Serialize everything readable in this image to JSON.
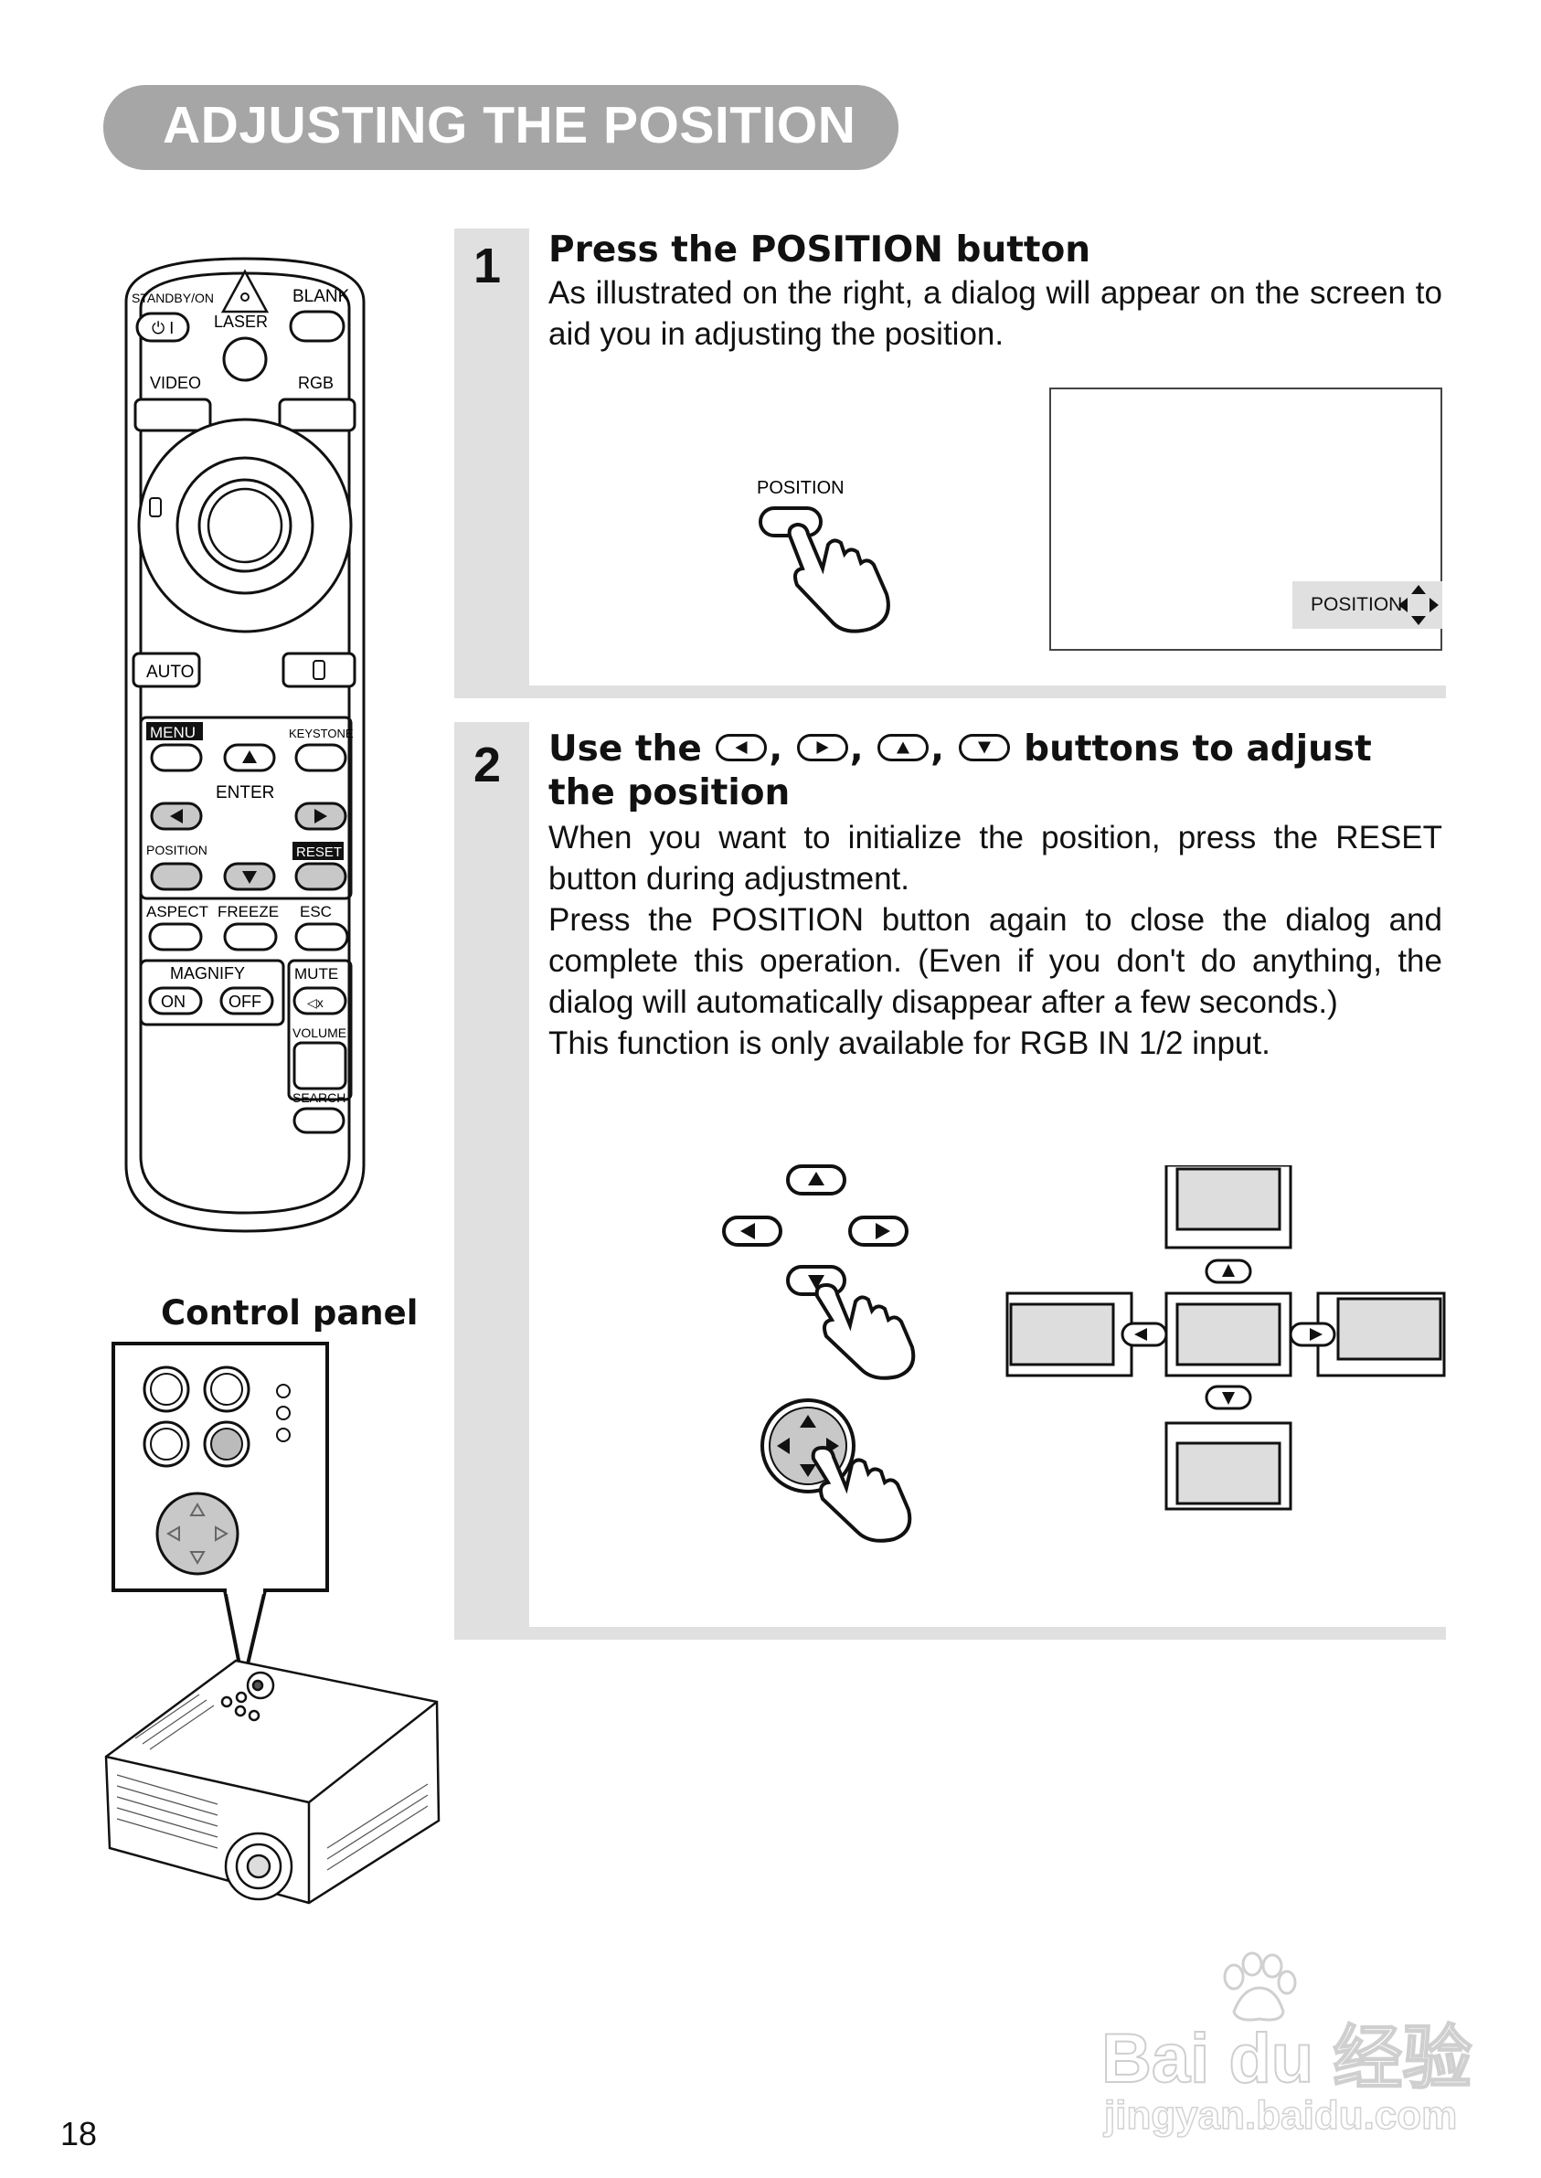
{
  "page": {
    "title": "ADJUSTING THE POSITION",
    "page_number": "18"
  },
  "remote": {
    "standby": "STANDBY/ON",
    "laser": "LASER",
    "blank": "BLANK",
    "video": "VIDEO",
    "rgb": "RGB",
    "auto": "AUTO",
    "menu": "MENU",
    "keystone": "KEYSTONE",
    "enter": "ENTER",
    "position": "POSITION",
    "reset": "RESET",
    "aspect": "ASPECT",
    "freeze": "FREEZE",
    "esc": "ESC",
    "magnify": "MAGNIFY",
    "on": "ON",
    "off": "OFF",
    "mute": "MUTE",
    "volume": "VOLUME",
    "search": "SEARCH"
  },
  "control_panel": {
    "label": "Control panel"
  },
  "step1": {
    "number": "1",
    "heading": "Press the POSITION button",
    "body": "As illustrated on the right, a dialog will appear on the screen to aid you in adjusting the position.",
    "button_label": "POSITION",
    "dialog_label": "POSITION"
  },
  "step2": {
    "number": "2",
    "heading_pre": "Use the",
    "sep": ",",
    "heading_post": "buttons to adjust",
    "heading_line2": "the position",
    "para1": "When you want to initialize the position, press the RESET button during adjustment.",
    "para2": "Press the POSITION button again to close the dialog and complete this operation.  (Even if you don't do anything, the dialog will automatically disappear after a few seconds.)",
    "para3": "This function is only available for RGB IN 1/2 input."
  },
  "watermark": {
    "brand": "Bai du 经验",
    "url": "jingyan.baidu.com"
  }
}
